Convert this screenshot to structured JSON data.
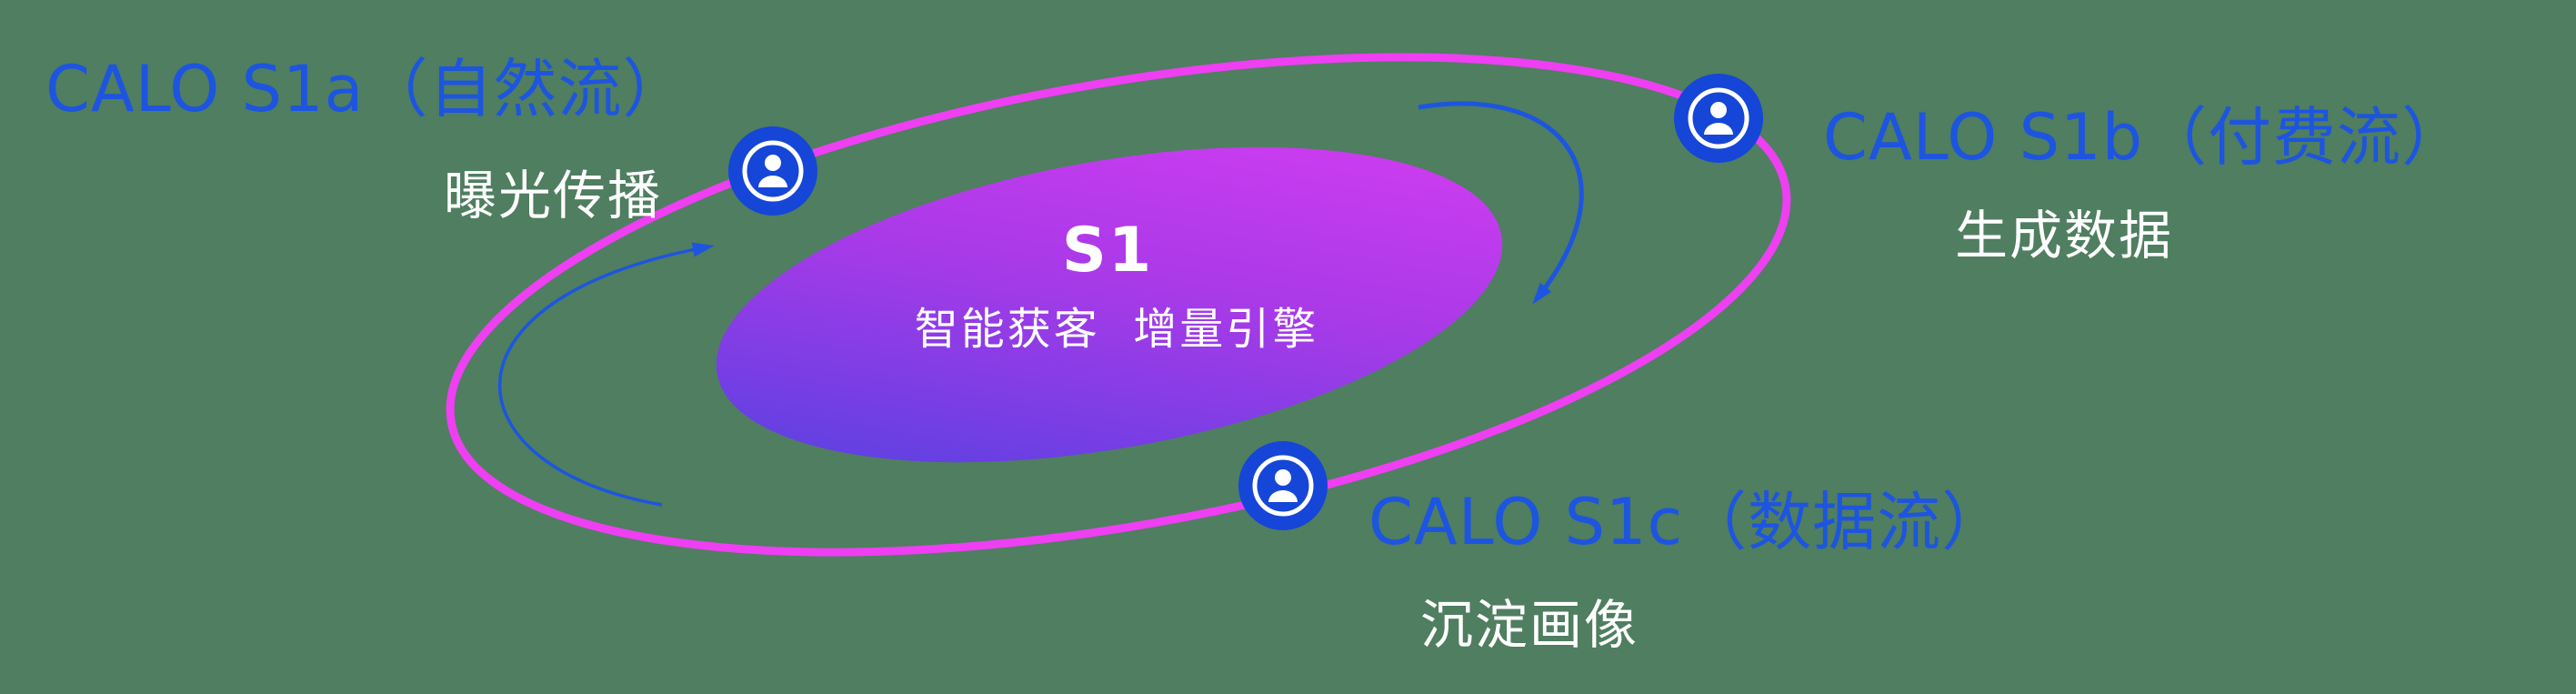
{
  "colors": {
    "bg": "#4f7e60",
    "accent-blue": "#1d55e0",
    "icon-blue": "#1546d8",
    "ring-magenta": "#ee3ff2",
    "grad-start": "#4b42e0",
    "grad-mid": "#a93ae8",
    "grad-end": "#d93df2",
    "white": "#ffffff"
  },
  "diagram": {
    "center": {
      "title": "S1",
      "subtitle": "智能获客  增量引擎"
    },
    "nodes": [
      {
        "id": "s1a",
        "title": "CALO S1a（自然流）",
        "subtitle": "曝光传播"
      },
      {
        "id": "s1b",
        "title": "CALO S1b（付费流）",
        "subtitle": "生成数据"
      },
      {
        "id": "s1c",
        "title": "CALO S1c（数据流）",
        "subtitle": "沉淀画像"
      }
    ],
    "icons": [
      {
        "name": "person-icon"
      },
      {
        "name": "person-icon"
      },
      {
        "name": "person-icon"
      }
    ]
  }
}
